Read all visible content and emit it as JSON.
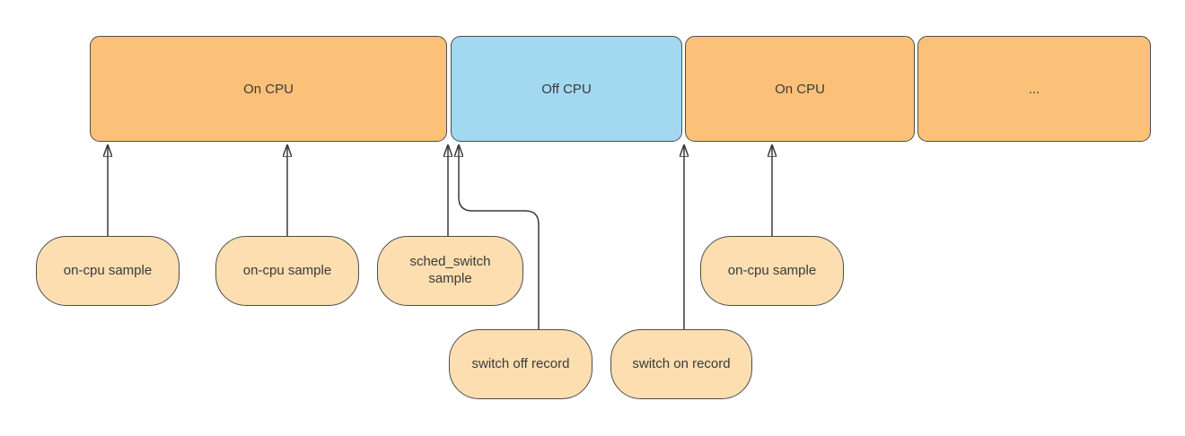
{
  "diagram": {
    "timeline": {
      "segments": [
        {
          "id": "on-cpu-1",
          "label": "On CPU",
          "state": "on-cpu"
        },
        {
          "id": "off-cpu",
          "label": "Off CPU",
          "state": "off-cpu"
        },
        {
          "id": "on-cpu-2",
          "label": "On CPU",
          "state": "on-cpu"
        },
        {
          "id": "ellipsis",
          "label": "...",
          "state": "on-cpu"
        }
      ]
    },
    "callouts": [
      {
        "id": "on-cpu-sample-1",
        "label": "on-cpu sample"
      },
      {
        "id": "on-cpu-sample-2",
        "label": "on-cpu sample"
      },
      {
        "id": "sched-switch-sample",
        "label": "sched_switch sample"
      },
      {
        "id": "switch-off-record",
        "label": "switch off record"
      },
      {
        "id": "switch-on-record",
        "label": "switch on record"
      },
      {
        "id": "on-cpu-sample-3",
        "label": "on-cpu sample"
      }
    ],
    "colors": {
      "on_cpu_fill": "#FCC178",
      "off_cpu_fill": "#A2D9F0",
      "callout_fill": "#FCDEB0",
      "outline": "#4D4D4D",
      "arrow_color": "#3A3A3A",
      "text_color": "#3A3A3A",
      "background": "#FFFFFF"
    }
  }
}
